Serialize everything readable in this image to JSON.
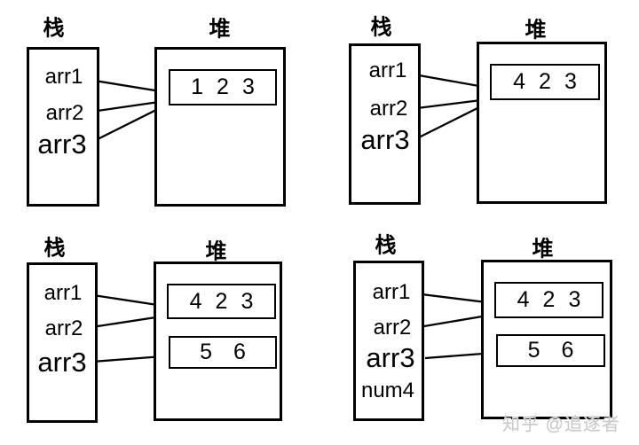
{
  "watermark": {
    "text": "知乎 @追逐者",
    "color": "#c9c9c9"
  },
  "colors": {
    "line": "#000000",
    "background": "#ffffff"
  },
  "diagrams": [
    {
      "stack_label": "栈",
      "heap_label": "堆",
      "vars": [
        "arr1",
        "arr2",
        "arr3"
      ],
      "heap_blocks": [
        {
          "values": [
            "1",
            "2",
            "3"
          ]
        }
      ]
    },
    {
      "stack_label": "栈",
      "heap_label": "堆",
      "vars": [
        "arr1",
        "arr2",
        "arr3"
      ],
      "heap_blocks": [
        {
          "values": [
            "4",
            "2",
            "3"
          ]
        }
      ]
    },
    {
      "stack_label": "栈",
      "heap_label": "堆",
      "vars": [
        "arr1",
        "arr2",
        "arr3"
      ],
      "heap_blocks": [
        {
          "values": [
            "4",
            "2",
            "3"
          ]
        },
        {
          "values": [
            "5",
            "6"
          ]
        }
      ]
    },
    {
      "stack_label": "栈",
      "heap_label": "堆",
      "vars": [
        "arr1",
        "arr2",
        "arr3",
        "num4"
      ],
      "heap_blocks": [
        {
          "values": [
            "4",
            "2",
            "3"
          ]
        },
        {
          "values": [
            "5",
            "6"
          ]
        }
      ]
    }
  ]
}
